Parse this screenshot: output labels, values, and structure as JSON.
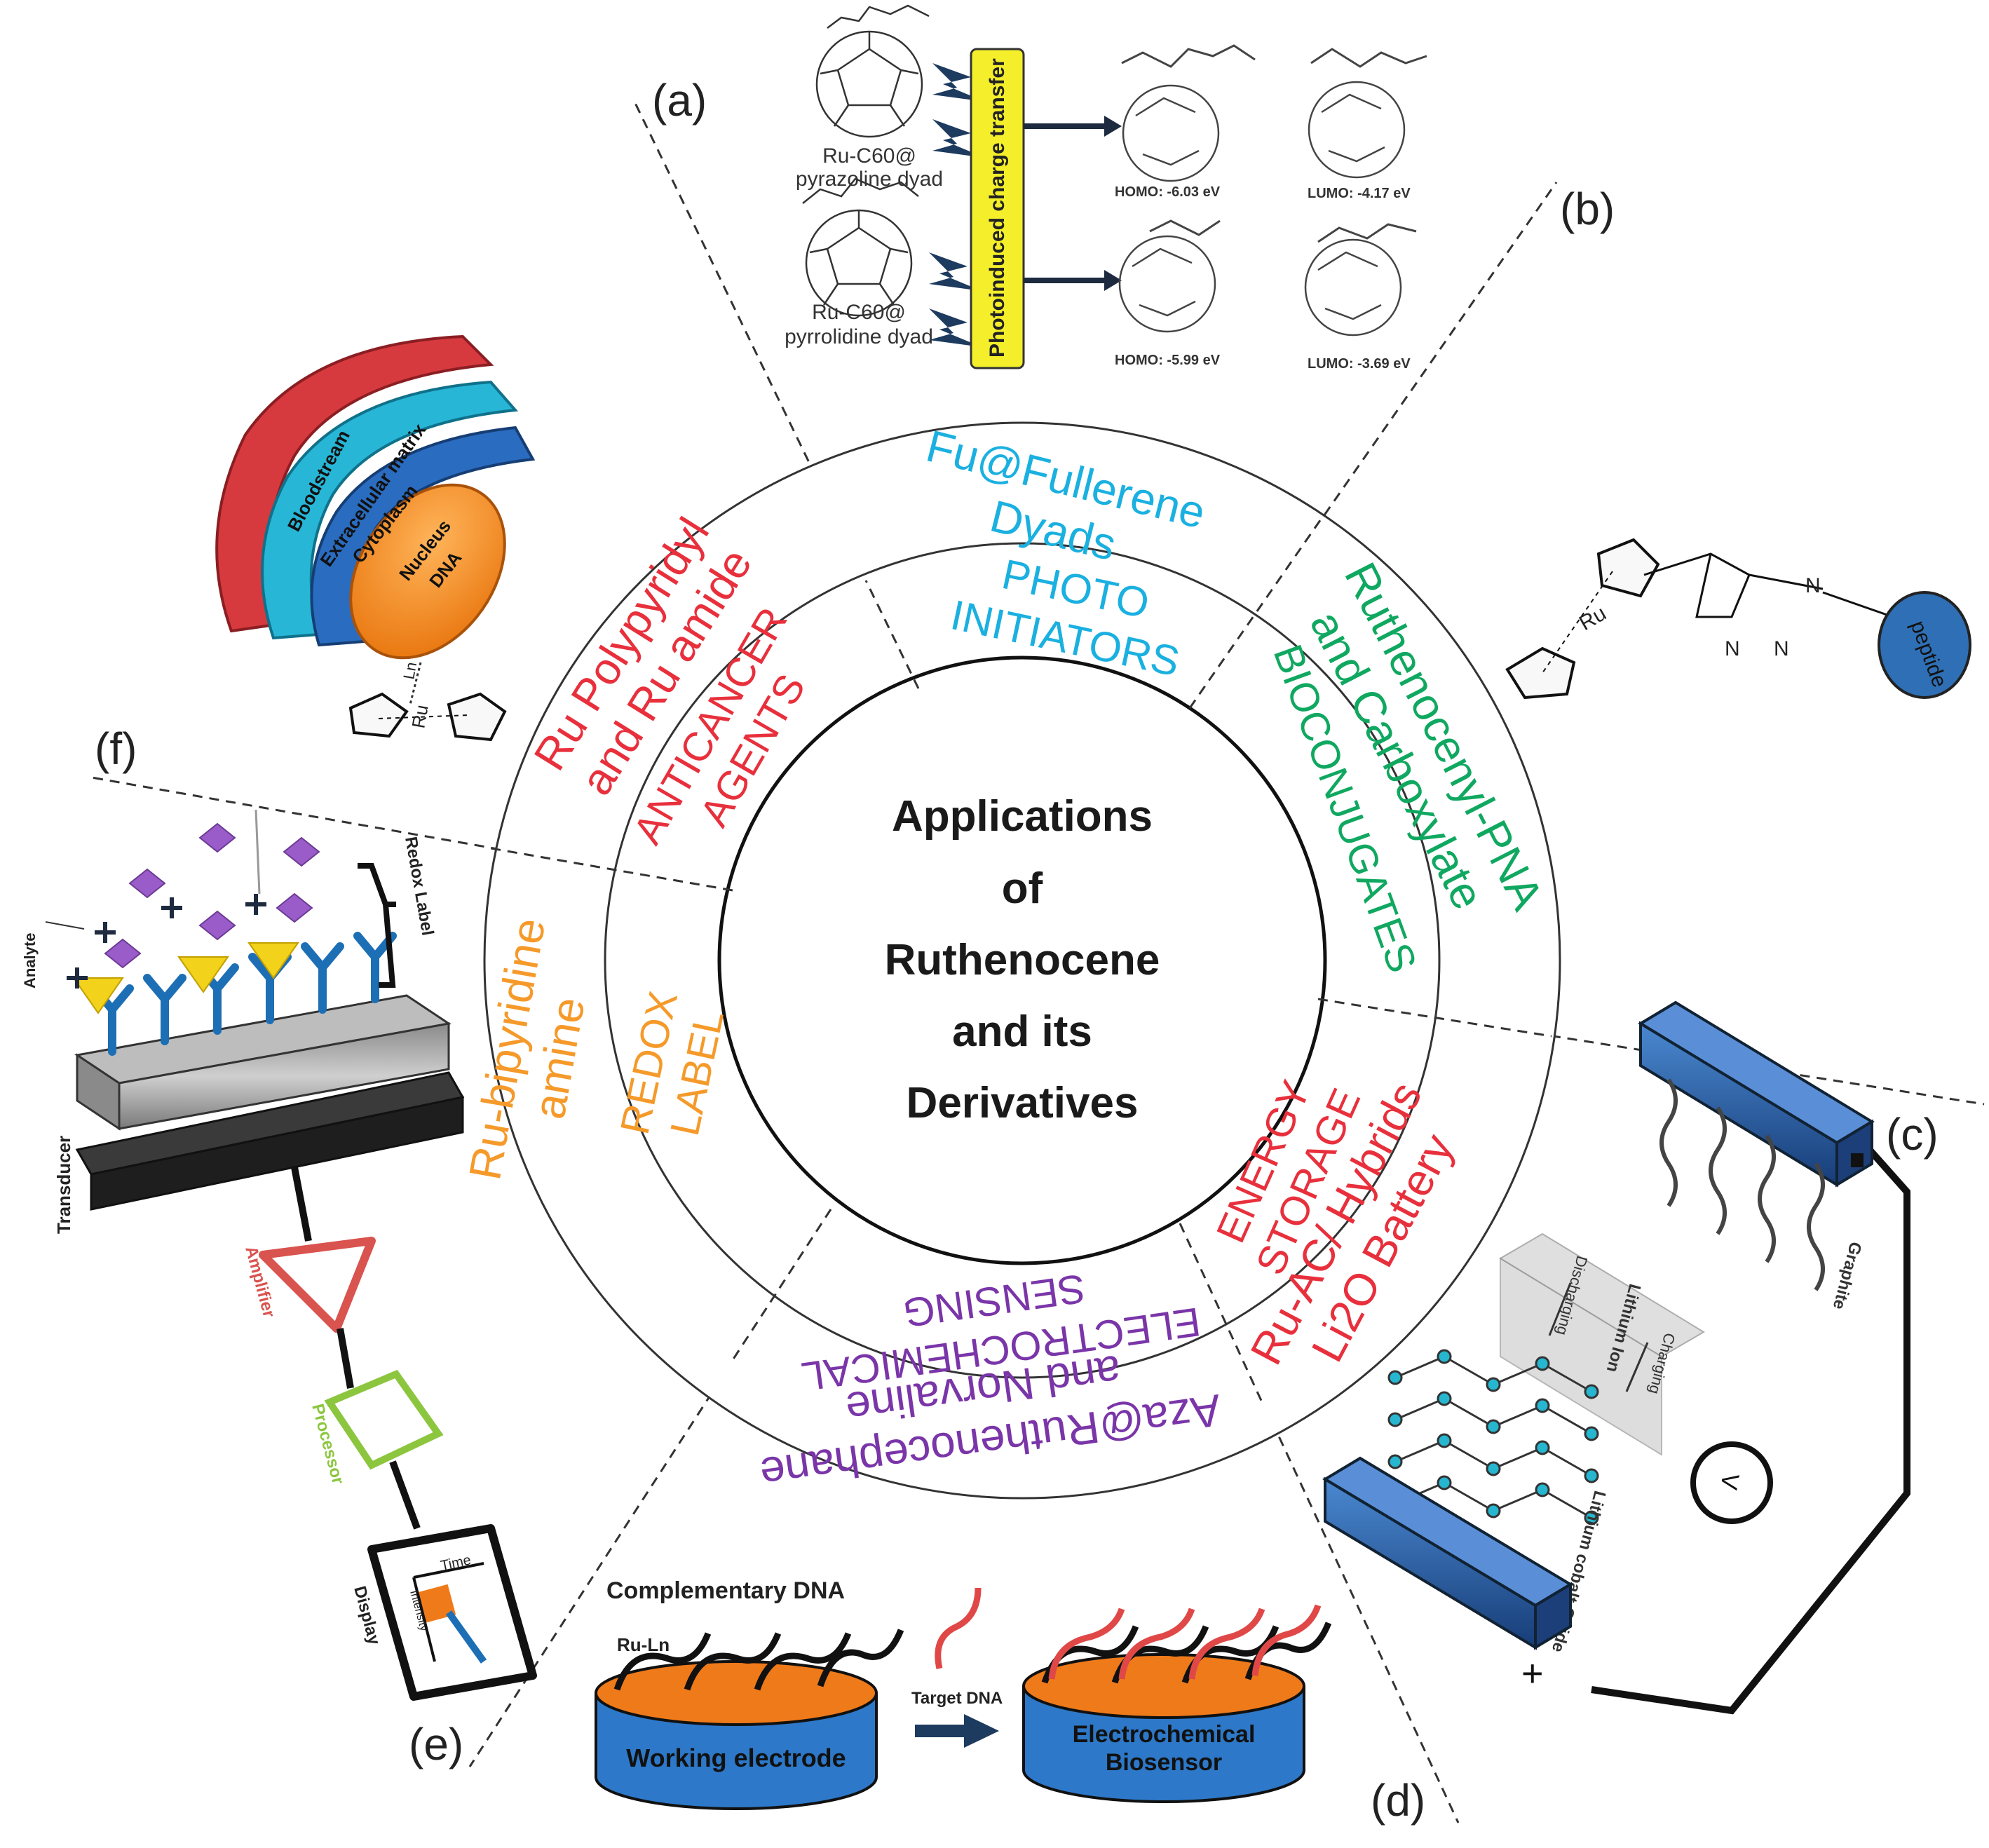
{
  "center": {
    "lines": [
      "Applications",
      "of",
      "Ruthenocene",
      "and its",
      "Derivatives"
    ]
  },
  "sectors": {
    "top": {
      "outer": [
        "Fu@Fullerene",
        "Dyads"
      ],
      "inner": [
        "PHOTO",
        "INITIATORS"
      ],
      "color": "#1ab0e0"
    },
    "top_right": {
      "outer": [
        "Ruthenocenyl-PNA",
        "and Carboxylate"
      ],
      "inner": [
        "BIOCONJUGATES"
      ],
      "color": "#10a860"
    },
    "bottom_right": {
      "outer": [
        "Ru-AC/ Hybrids",
        "Li2O Battery"
      ],
      "inner": [
        "ENERGY",
        "STORAGE"
      ],
      "color": "#e8303c"
    },
    "bottom": {
      "outer": [
        "Aza@Ruthenocephane",
        "and Norvaline"
      ],
      "inner": [
        "ELECTROCHEMICAL",
        "SENSING"
      ],
      "color": "#7a35a8"
    },
    "bottom_left": {
      "outer": [
        "Ru-bipyridine",
        "amine"
      ],
      "inner": [
        "REDOX",
        "LABEL"
      ],
      "color": "#f59a2a"
    },
    "top_left": {
      "outer": [
        "Ru Polypyridyl",
        "and Ru amide"
      ],
      "inner": [
        "ANTICANCER",
        "AGENTS"
      ],
      "color": "#e8303c"
    }
  },
  "panel_labels": {
    "a": "(a)",
    "b": "(b)",
    "c": "(c)",
    "d": "(d)",
    "e": "(e)",
    "f": "(f)"
  },
  "panel_a": {
    "dyad1": [
      "Ru-C60@",
      "pyrazoline dyad"
    ],
    "dyad2": [
      "Ru-C60@",
      "pyrrolidine dyad"
    ],
    "transfer_label": "Photoinduced charge transfer",
    "homo1": "HOMO: -6.03 eV",
    "lumo1": "LUMO: -4.17 eV",
    "homo2": "HOMO: -5.99 eV",
    "lumo2": "LUMO: -3.69 eV"
  },
  "panel_b": {
    "metal": "Ru",
    "peptide": "peptide",
    "n1": "N",
    "n2": "N",
    "n3": "N"
  },
  "panel_c": {
    "graphite": "Graphite",
    "lithium_ion": "Lithium Ion",
    "discharging": "Discharging",
    "charging": "Charging",
    "oxide": "Lithium cobalt Oxide",
    "plus": "+",
    "meter": "V"
  },
  "panel_d": {
    "complementary": "Complementary DNA",
    "ru_ln": "Ru-Ln",
    "target": "Target DNA",
    "working": "Working electrode",
    "biosensor": [
      "Electrochemical",
      "Biosensor"
    ]
  },
  "panel_e": {
    "analyte": "Analyte",
    "redox_label": "Redox Label",
    "transducer": "Transducer",
    "amplifier": "Amplifier",
    "processor": "Processor",
    "display": "Display",
    "time": "Time",
    "intensity": "Intensity"
  },
  "panel_f": {
    "layers": [
      "Bloodstream",
      "Extracellular matrix",
      "Cytoplasm",
      "Nucleus",
      "DNA"
    ],
    "ln": "Ln",
    "ru": "Ru"
  }
}
